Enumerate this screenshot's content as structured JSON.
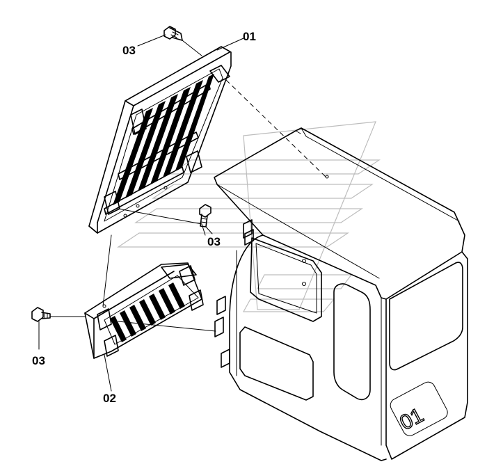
{
  "diagram": {
    "callouts": {
      "c01": "01",
      "c02": "02",
      "c03_top": "03",
      "c03_mid": "03",
      "c03_left": "03"
    },
    "cab_marking": "01"
  }
}
